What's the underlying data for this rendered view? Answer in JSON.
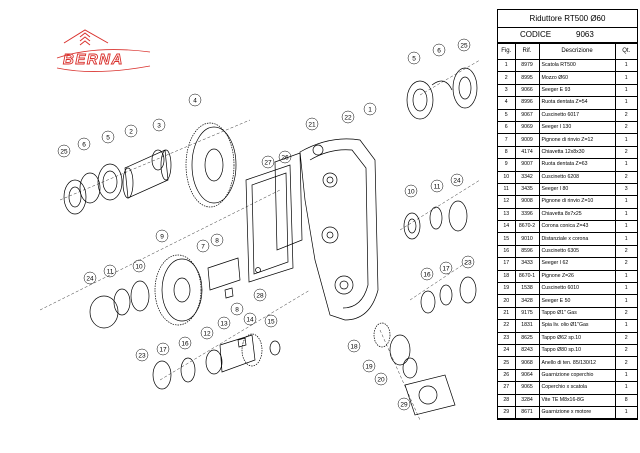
{
  "brand": {
    "name": "BERNA",
    "logo_color": "#d9302c"
  },
  "sheet": {
    "title": "Riduttore RT500 Ø60",
    "code_label": "CODICE",
    "code_value": "9063"
  },
  "table": {
    "headers": {
      "fig": "Fig.",
      "ref": "Rif.",
      "desc": "Descrizione",
      "qty": "Qt."
    },
    "rows": [
      {
        "fig": "1",
        "ref": "8979",
        "desc": "Scatola RT500",
        "qty": "1"
      },
      {
        "fig": "2",
        "ref": "8995",
        "desc": "Mozzo Ø60",
        "qty": "1"
      },
      {
        "fig": "3",
        "ref": "9066",
        "desc": "Seeger E 93",
        "qty": "1"
      },
      {
        "fig": "4",
        "ref": "8996",
        "desc": "Ruota dentata Z=54",
        "qty": "1"
      },
      {
        "fig": "5",
        "ref": "9067",
        "desc": "Cuscinetto 6017",
        "qty": "2"
      },
      {
        "fig": "6",
        "ref": "9069",
        "desc": "Seeger I 130",
        "qty": "2"
      },
      {
        "fig": "7",
        "ref": "9009",
        "desc": "Pignone di rinvio Z=12",
        "qty": "1"
      },
      {
        "fig": "8",
        "ref": "4174",
        "desc": "Chiavetta 12x8x30",
        "qty": "2"
      },
      {
        "fig": "9",
        "ref": "9007",
        "desc": "Ruota dentata Z=63",
        "qty": "1"
      },
      {
        "fig": "10",
        "ref": "3342",
        "desc": "Cuscinetto 6208",
        "qty": "2"
      },
      {
        "fig": "11",
        "ref": "3435",
        "desc": "Seeger I 80",
        "qty": "3"
      },
      {
        "fig": "12",
        "ref": "9008",
        "desc": "Pignone di rinvio Z=10",
        "qty": "1"
      },
      {
        "fig": "13",
        "ref": "3396",
        "desc": "Chiavetta 8x7x25",
        "qty": "1"
      },
      {
        "fig": "14",
        "ref": "8670-2",
        "desc": "Corona conica Z=43",
        "qty": "1"
      },
      {
        "fig": "15",
        "ref": "9010",
        "desc": "Distanziale x corona",
        "qty": "1"
      },
      {
        "fig": "16",
        "ref": "8596",
        "desc": "Cuscinetto 6305",
        "qty": "2"
      },
      {
        "fig": "17",
        "ref": "3433",
        "desc": "Seeger I 62",
        "qty": "2"
      },
      {
        "fig": "18",
        "ref": "8670-1",
        "desc": "Pignone Z=26",
        "qty": "1"
      },
      {
        "fig": "19",
        "ref": "1538",
        "desc": "Cuscinetto 6010",
        "qty": "1"
      },
      {
        "fig": "20",
        "ref": "3428",
        "desc": "Seeger E 50",
        "qty": "1"
      },
      {
        "fig": "21",
        "ref": "9175",
        "desc": "Tappo Ø1\" Gas",
        "qty": "2"
      },
      {
        "fig": "22",
        "ref": "1831",
        "desc": "Spia liv. olio Ø1\"Gas",
        "qty": "1"
      },
      {
        "fig": "23",
        "ref": "8625",
        "desc": "Tappo Ø62 sp.10",
        "qty": "2"
      },
      {
        "fig": "24",
        "ref": "8243",
        "desc": "Tappo Ø80 sp.10",
        "qty": "2"
      },
      {
        "fig": "25",
        "ref": "9068",
        "desc": "Anello di ten. 85/130/12",
        "qty": "2"
      },
      {
        "fig": "26",
        "ref": "9064",
        "desc": "Guarnizione coperchio",
        "qty": "1"
      },
      {
        "fig": "27",
        "ref": "9065",
        "desc": "Coperchio x scatola",
        "qty": "1"
      },
      {
        "fig": "28",
        "ref": "3284",
        "desc": "Vite TE M8x16-8G",
        "qty": "8"
      },
      {
        "fig": "29",
        "ref": "8671",
        "desc": "Guarnizione x motore",
        "qty": "1"
      }
    ]
  },
  "callouts": [
    "1",
    "2",
    "3",
    "4",
    "5",
    "6",
    "7",
    "8",
    "9",
    "10",
    "11",
    "12",
    "13",
    "14",
    "15",
    "16",
    "17",
    "18",
    "19",
    "20",
    "21",
    "22",
    "23",
    "24",
    "25",
    "26",
    "27",
    "28",
    "29"
  ]
}
